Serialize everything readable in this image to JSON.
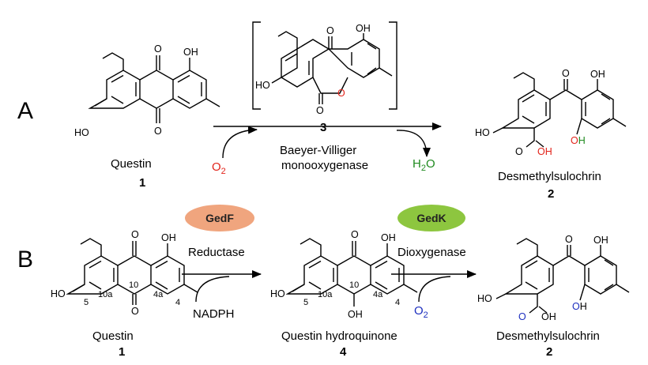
{
  "panels": {
    "a": "A",
    "b": "B"
  },
  "row_a": {
    "start": {
      "name": "Questin",
      "number": "1"
    },
    "intermediate": {
      "number": "3"
    },
    "product": {
      "name": "Desmethylsulochrin",
      "number": "2"
    },
    "enzyme_line1": "Baeyer-Villiger",
    "enzyme_line2": "monooxygenase",
    "cofactor_in": {
      "text": "O",
      "sub": "2"
    },
    "cofactor_out": {
      "text": "H",
      "sub": "2",
      "tail": "O"
    }
  },
  "row_b": {
    "start": {
      "name": "Questin",
      "number": "1"
    },
    "middle": {
      "name": "Questin hydroquinone",
      "number": "4"
    },
    "product": {
      "name": "Desmethylsulochrin",
      "number": "2"
    },
    "step1": {
      "enzyme": "GedF",
      "activity": "Reductase",
      "cofactor": "NADPH"
    },
    "step2": {
      "enzyme": "GedK",
      "activity": "Dioxygenase",
      "cofactor": {
        "text": "O",
        "sub": "2"
      }
    }
  },
  "atoms": {
    "oh": "OH",
    "ho": "HO",
    "o": "O",
    "oh_split": {
      "o": "O",
      "h": "H"
    }
  },
  "positions": {
    "p10": "10",
    "p10a": "10a",
    "p4a": "4a",
    "p5": "5",
    "p4": "4"
  },
  "colors": {
    "oxygen_red": "#e2231a",
    "water_green": "#1f8a1f",
    "oxygen_blue": "#1d2fbf",
    "gedf_fill": "#f0a57e",
    "gedk_fill": "#8dc63f"
  }
}
